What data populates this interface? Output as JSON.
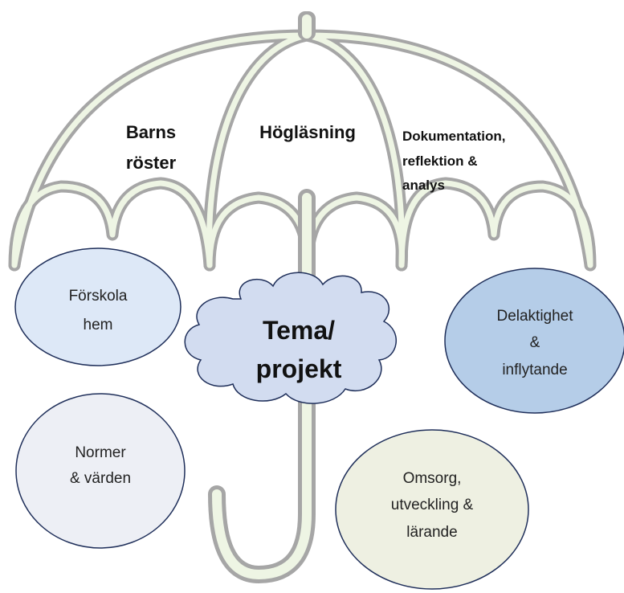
{
  "umbrella": {
    "sections": [
      {
        "line1": "Barns",
        "line2": "röster"
      },
      {
        "line1": "Högläsning"
      },
      {
        "line1": "Dokumentation,",
        "line2": "reflektion &",
        "line3": "analys"
      }
    ]
  },
  "center": {
    "line1": "Tema/",
    "line2": "projekt"
  },
  "bubbles": [
    {
      "line1": "Förskola",
      "line2": "hem"
    },
    {
      "line1": "Delaktighet",
      "line2": "&",
      "line3": "inflytande"
    },
    {
      "line1": "Normer",
      "line2": "& värden"
    },
    {
      "line1": "Omsorg,",
      "line2": "utveckling &",
      "line3": "lärande"
    }
  ],
  "colors": {
    "umbrella_fill": "#eef5e4",
    "umbrella_stroke": "#a6a6a6",
    "cloud_fill": "#d2dcf0",
    "cloud_stroke": "#1f2f5a",
    "bubble_light_blue": "#dde8f7",
    "bubble_mid_blue": "#b5cde8",
    "bubble_grey": "#edeff5",
    "bubble_green": "#eef0e2",
    "bubble_stroke": "#1f2f5a"
  }
}
